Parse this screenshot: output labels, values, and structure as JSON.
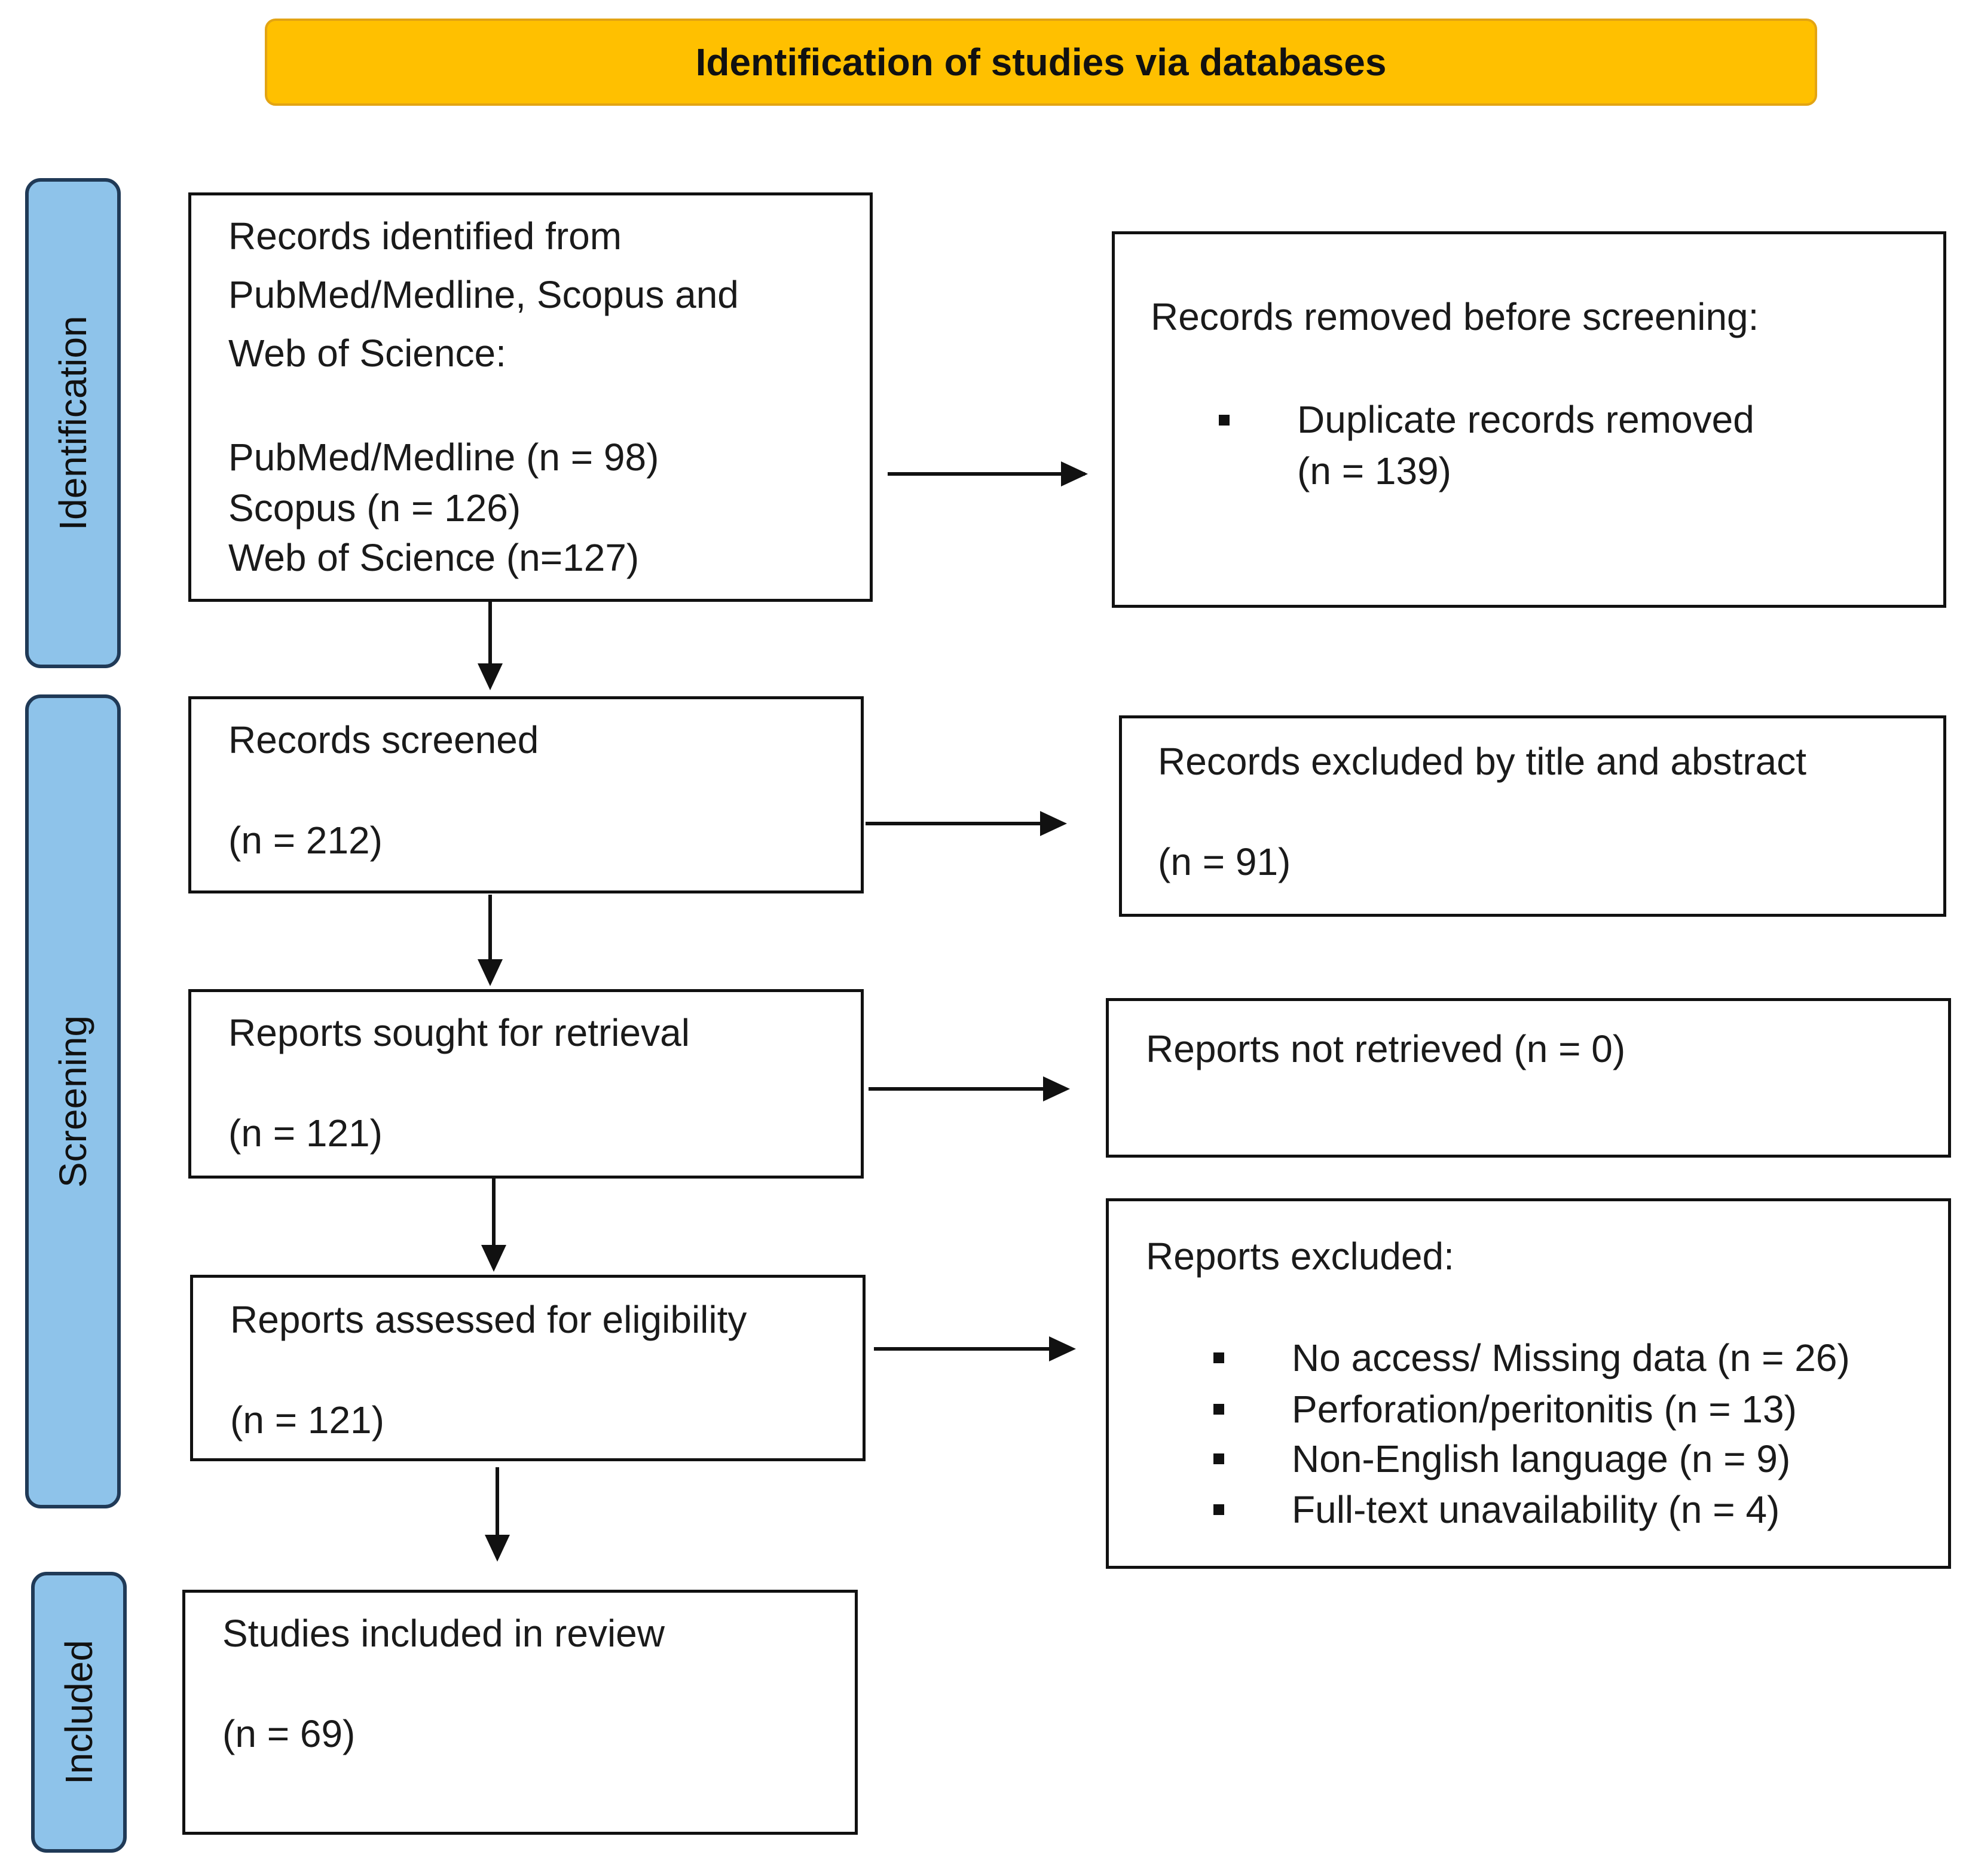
{
  "header": {
    "title": "Identification of studies via databases",
    "color": "#ffc000"
  },
  "phases": {
    "identification": "Identification",
    "screening": "Screening",
    "included": "Included",
    "color": "#8ec3ea"
  },
  "identified": {
    "line1": "Records identified from",
    "line2": "PubMed/Medline, Scopus and",
    "line3": "Web of Science:",
    "pubmed": "PubMed/Medline (n = 98)",
    "scopus": "Scopus (n = 126)",
    "wos": "Web of Science (n=127)"
  },
  "removed": {
    "title": "Records removed before screening:",
    "item_line1": "Duplicate records removed",
    "item_line2": "(n = 139)"
  },
  "screened": {
    "label": "Records screened",
    "count": "(n = 212)"
  },
  "excluded_title": {
    "label": "Records excluded by title and abstract",
    "count": "(n = 91)"
  },
  "sought": {
    "label": "Reports sought for retrieval",
    "count": "(n = 121)"
  },
  "not_retrieved": {
    "label": "Reports not retrieved (n = 0)"
  },
  "assessed": {
    "label": "Reports assessed for eligibility",
    "count": "(n = 121)"
  },
  "reports_excluded": {
    "title": "Reports excluded:",
    "items": [
      "No access/ Missing data (n = 26)",
      "Perforation/peritonitis (n = 13)",
      "Non-English language  (n = 9)",
      "Full-text unavailability (n = 4)"
    ]
  },
  "included_box": {
    "label": "Studies included in review",
    "count": "(n = 69)"
  }
}
